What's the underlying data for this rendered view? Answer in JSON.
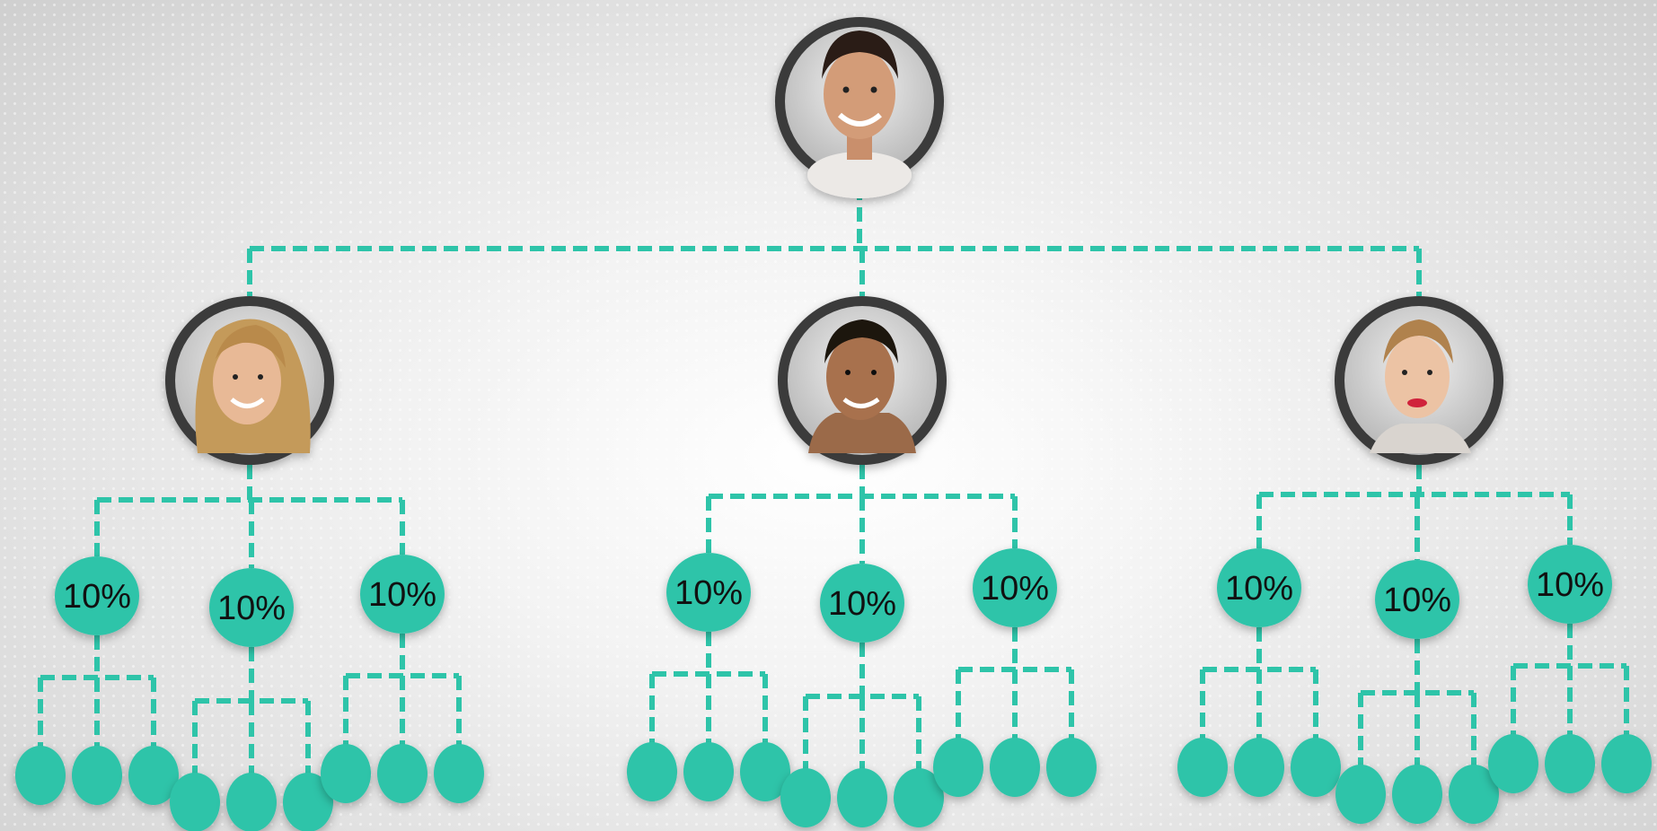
{
  "colors": {
    "accent": "#2ec4a9",
    "avatar_ring": "#3a3a3a"
  },
  "root": {
    "avatar": "avatar-man-smiling"
  },
  "branches": [
    {
      "avatar": "avatar-woman-blonde",
      "children": [
        {
          "label": "10%",
          "sub_count": 3
        },
        {
          "label": "10%",
          "sub_count": 3
        },
        {
          "label": "10%",
          "sub_count": 3
        }
      ]
    },
    {
      "avatar": "avatar-man-dark-hair",
      "children": [
        {
          "label": "10%",
          "sub_count": 3
        },
        {
          "label": "10%",
          "sub_count": 3
        },
        {
          "label": "10%",
          "sub_count": 3
        }
      ]
    },
    {
      "avatar": "avatar-woman-red-lips",
      "children": [
        {
          "label": "10%",
          "sub_count": 3
        },
        {
          "label": "10%",
          "sub_count": 3
        },
        {
          "label": "10%",
          "sub_count": 3
        }
      ]
    }
  ]
}
